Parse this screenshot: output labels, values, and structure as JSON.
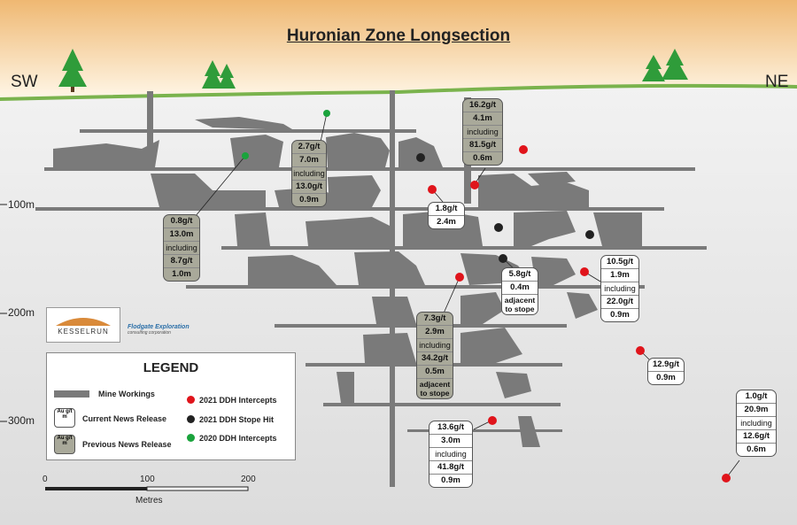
{
  "title": "Huronian Zone Longsection",
  "direction_left": "SW",
  "direction_right": "NE",
  "depth_labels": [
    {
      "label": "100m",
      "depth_m": 100
    },
    {
      "label": "200m",
      "depth_m": 200
    },
    {
      "label": "300m",
      "depth_m": 300
    }
  ],
  "callouts": [
    {
      "kind": "previous",
      "lines": [
        "16.2g/t",
        "4.1m",
        "including",
        "81.5g/t",
        "0.6m"
      ]
    },
    {
      "kind": "previous",
      "lines": [
        "2.7g/t",
        "7.0m",
        "including",
        "13.0g/t",
        "0.9m"
      ]
    },
    {
      "kind": "previous",
      "lines": [
        "0.8g/t",
        "13.0m",
        "including",
        "8.7g/t",
        "1.0m"
      ]
    },
    {
      "kind": "current",
      "lines": [
        "1.8g/t",
        "2.4m"
      ]
    },
    {
      "kind": "current",
      "lines": [
        "5.8g/t",
        "0.4m",
        "adjacent to stope"
      ]
    },
    {
      "kind": "current",
      "lines": [
        "10.5g/t",
        "1.9m",
        "including",
        "22.0g/t",
        "0.9m"
      ]
    },
    {
      "kind": "previous",
      "lines": [
        "7.3g/t",
        "2.9m",
        "including",
        "34.2g/t",
        "0.5m",
        "adjacent to stope"
      ]
    },
    {
      "kind": "current",
      "lines": [
        "12.9g/t",
        "0.9m"
      ]
    },
    {
      "kind": "current",
      "lines": [
        "1.0g/t",
        "20.9m",
        "including",
        "12.6g/t",
        "0.6m"
      ]
    },
    {
      "kind": "current",
      "lines": [
        "13.6g/t",
        "3.0m",
        "including",
        "41.8g/t",
        "0.9m"
      ]
    }
  ],
  "legend": {
    "title": "LEGEND",
    "mine_workings": "Mine Workings",
    "current_news": "Current News Release",
    "previous_news": "Previous News Release",
    "sample_label": "Au g/t m",
    "ddh_2021": "2021 DDH Intercepts",
    "stope_2021": "2021 DDH Stope Hit",
    "ddh_2020": "2020 DDH Intercepts"
  },
  "colors": {
    "red_intercept": "#e0141b",
    "black_stope": "#222222",
    "green_2020": "#1aa33c",
    "workings": "#7a7a7a",
    "previous_box": "#a9a99a",
    "surface_green": "#7ab34d",
    "sky_top": "#f2c182"
  },
  "logos": {
    "kesselrun": "KESSELRUN",
    "flodgate": "Flodgate Exploration",
    "flodgate_sub": "consulting corporation"
  },
  "scale": {
    "ticks": [
      "0",
      "100",
      "200"
    ],
    "unit": "Metres"
  }
}
